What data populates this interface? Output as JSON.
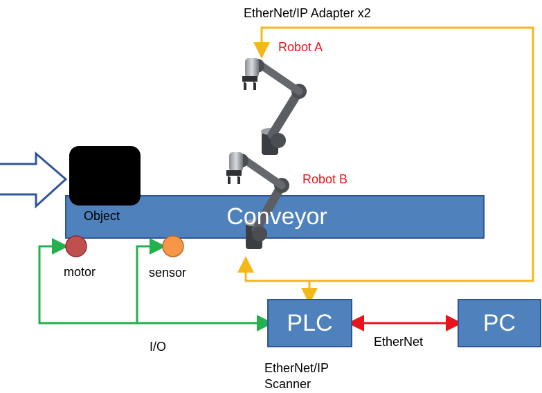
{
  "labels": {
    "adapter": "EtherNet/IP Adapter x2",
    "robot_a": "Robot A",
    "robot_b": "Robot B",
    "conveyor": "Conveyor",
    "object": "Object",
    "motor": "motor",
    "sensor": "sensor",
    "io": "I/O",
    "plc": "PLC",
    "pc": "PC",
    "ethernet": "EtherNet",
    "scanner_line1": "EtherNet/IP",
    "scanner_line2": "Scanner"
  },
  "colors": {
    "box_fill": "#4f81bd",
    "box_stroke": "#2f5597",
    "ethernet_ip_line": "#f5b81c",
    "io_line": "#22b14c",
    "ethernet_line": "#e8141b",
    "motor": "#c0504d",
    "sensor": "#f79646",
    "object": "#000000",
    "robot_label": "#e8141b"
  },
  "icons": {
    "robot": "robot-arm-icon",
    "input_arrow": "input-arrow-icon"
  }
}
